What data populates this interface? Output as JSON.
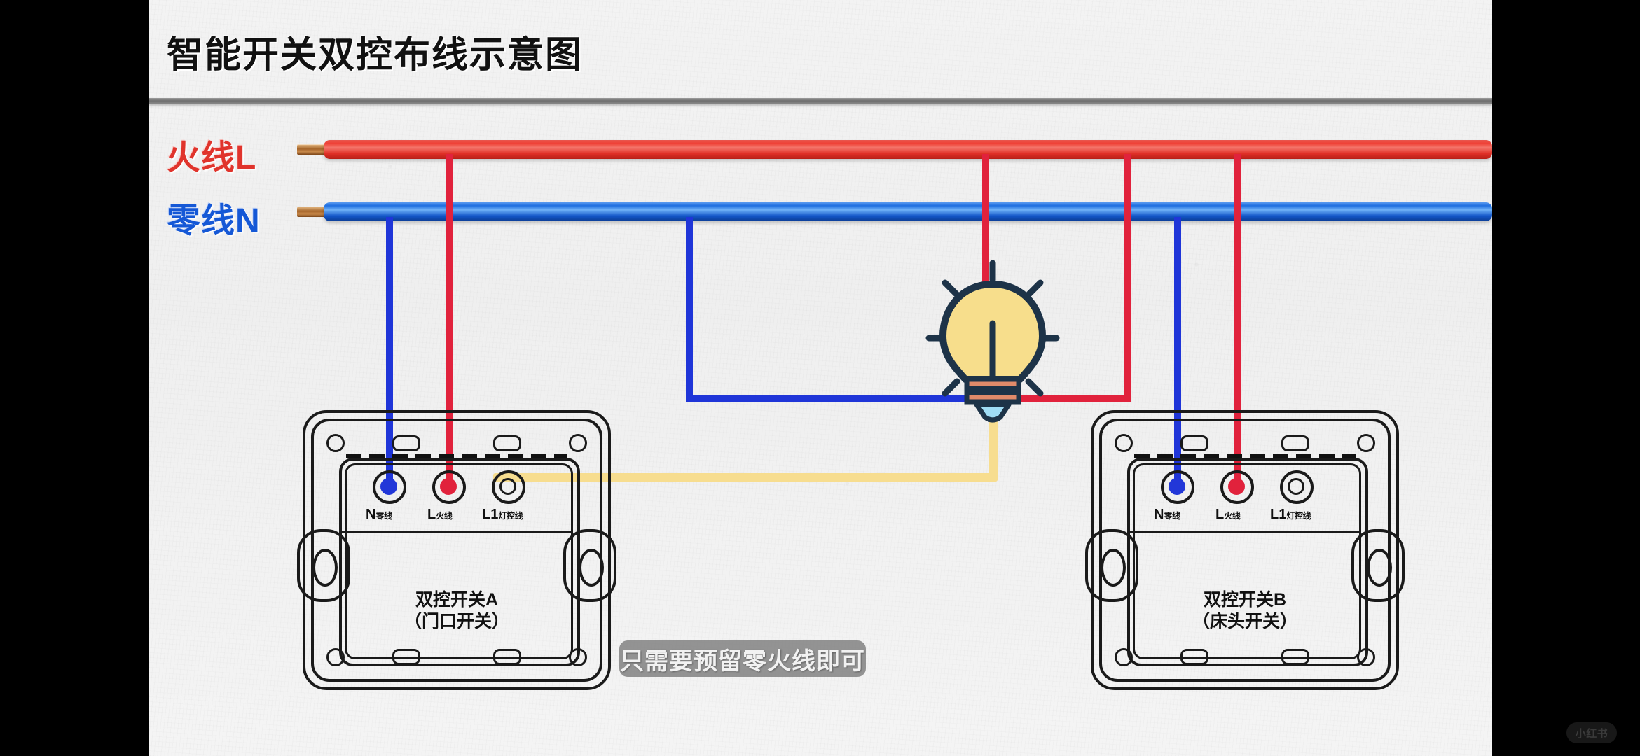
{
  "header": {
    "title": "智能开关双控布线示意图"
  },
  "bus": {
    "live_label": "火线L",
    "neutral_label": "零线N",
    "live_color": "#ef4136",
    "neutral_color": "#1f6fe0"
  },
  "wires": {
    "live_color": "#e1223c",
    "neutral_color": "#1f35d8",
    "lamp_control_color": "#f7dd8f"
  },
  "bulb": {
    "name": "light-bulb",
    "glass_color": "#f7de8c",
    "outline_color": "#1d3348",
    "base_color": "#e08a6a"
  },
  "switches": [
    {
      "id": "A",
      "name": "双控开关A",
      "sublabel": "（门口开关）",
      "terminals": [
        {
          "code": "N",
          "desc": "零线",
          "wired": "neutral"
        },
        {
          "code": "L",
          "desc": "火线",
          "wired": "live"
        },
        {
          "code": "L1",
          "desc": "灯控线",
          "wired": "lamp"
        }
      ]
    },
    {
      "id": "B",
      "name": "双控开关B",
      "sublabel": "（床头开关）",
      "terminals": [
        {
          "code": "N",
          "desc": "零线",
          "wired": "neutral"
        },
        {
          "code": "L",
          "desc": "火线",
          "wired": "live"
        },
        {
          "code": "L1",
          "desc": "灯控线",
          "wired": "none"
        }
      ]
    }
  ],
  "caption": {
    "text": "只需要预留零火线即可"
  },
  "watermark": {
    "text": "小红书"
  }
}
